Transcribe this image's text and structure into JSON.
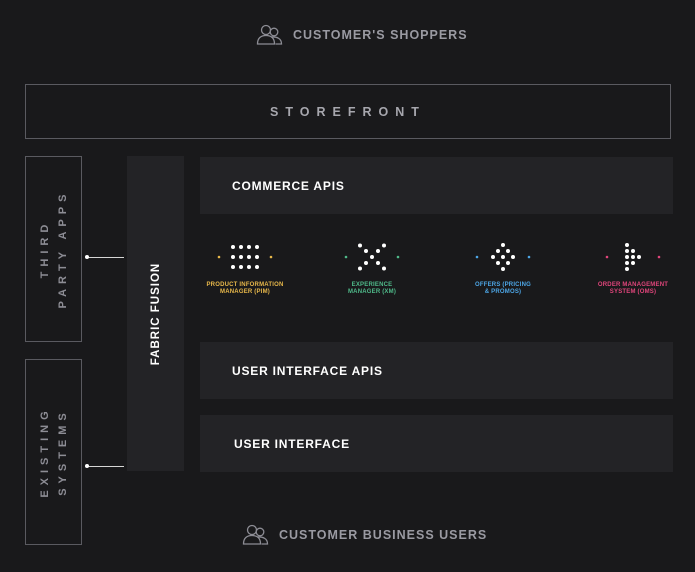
{
  "top_group": {
    "label": "CUSTOMER'S SHOPPERS",
    "icon": "people-icon"
  },
  "storefront": {
    "label": "STOREFRONT"
  },
  "left_blocks": {
    "third_party_line1": "THIRD",
    "third_party_line2": "PARTY APPS",
    "existing_line1": "EXISTING",
    "existing_line2": "SYSTEMS"
  },
  "fabric_fusion": {
    "label": "FABRIC FUSION"
  },
  "commerce_apis": {
    "label": "COMMERCE APIS"
  },
  "modules": [
    {
      "line1": "PRODUCT INFORMATION",
      "line2": "MANAGER (PIM)",
      "color": "#e8b84a",
      "icon": "pim-dot-grid-icon"
    },
    {
      "line1": "EXPERIENCE",
      "line2": "MANAGER (XM)",
      "color": "#4fba8a",
      "icon": "xm-dot-x-icon"
    },
    {
      "line1": "OFFERS (PRICING",
      "line2": "& PROMOS)",
      "color": "#4da6e6",
      "icon": "offers-dot-diamond-icon"
    },
    {
      "line1": "ORDER MANAGEMENT",
      "line2": "SYSTEM (OMS)",
      "color": "#e0457b",
      "icon": "oms-dot-triangle-icon"
    }
  ],
  "user_interface_apis": {
    "label": "USER INTERFACE APIS"
  },
  "user_interface": {
    "label": "USER INTERFACE"
  },
  "bottom_group": {
    "label": "CUSTOMER BUSINESS USERS",
    "icon": "people-icon"
  }
}
